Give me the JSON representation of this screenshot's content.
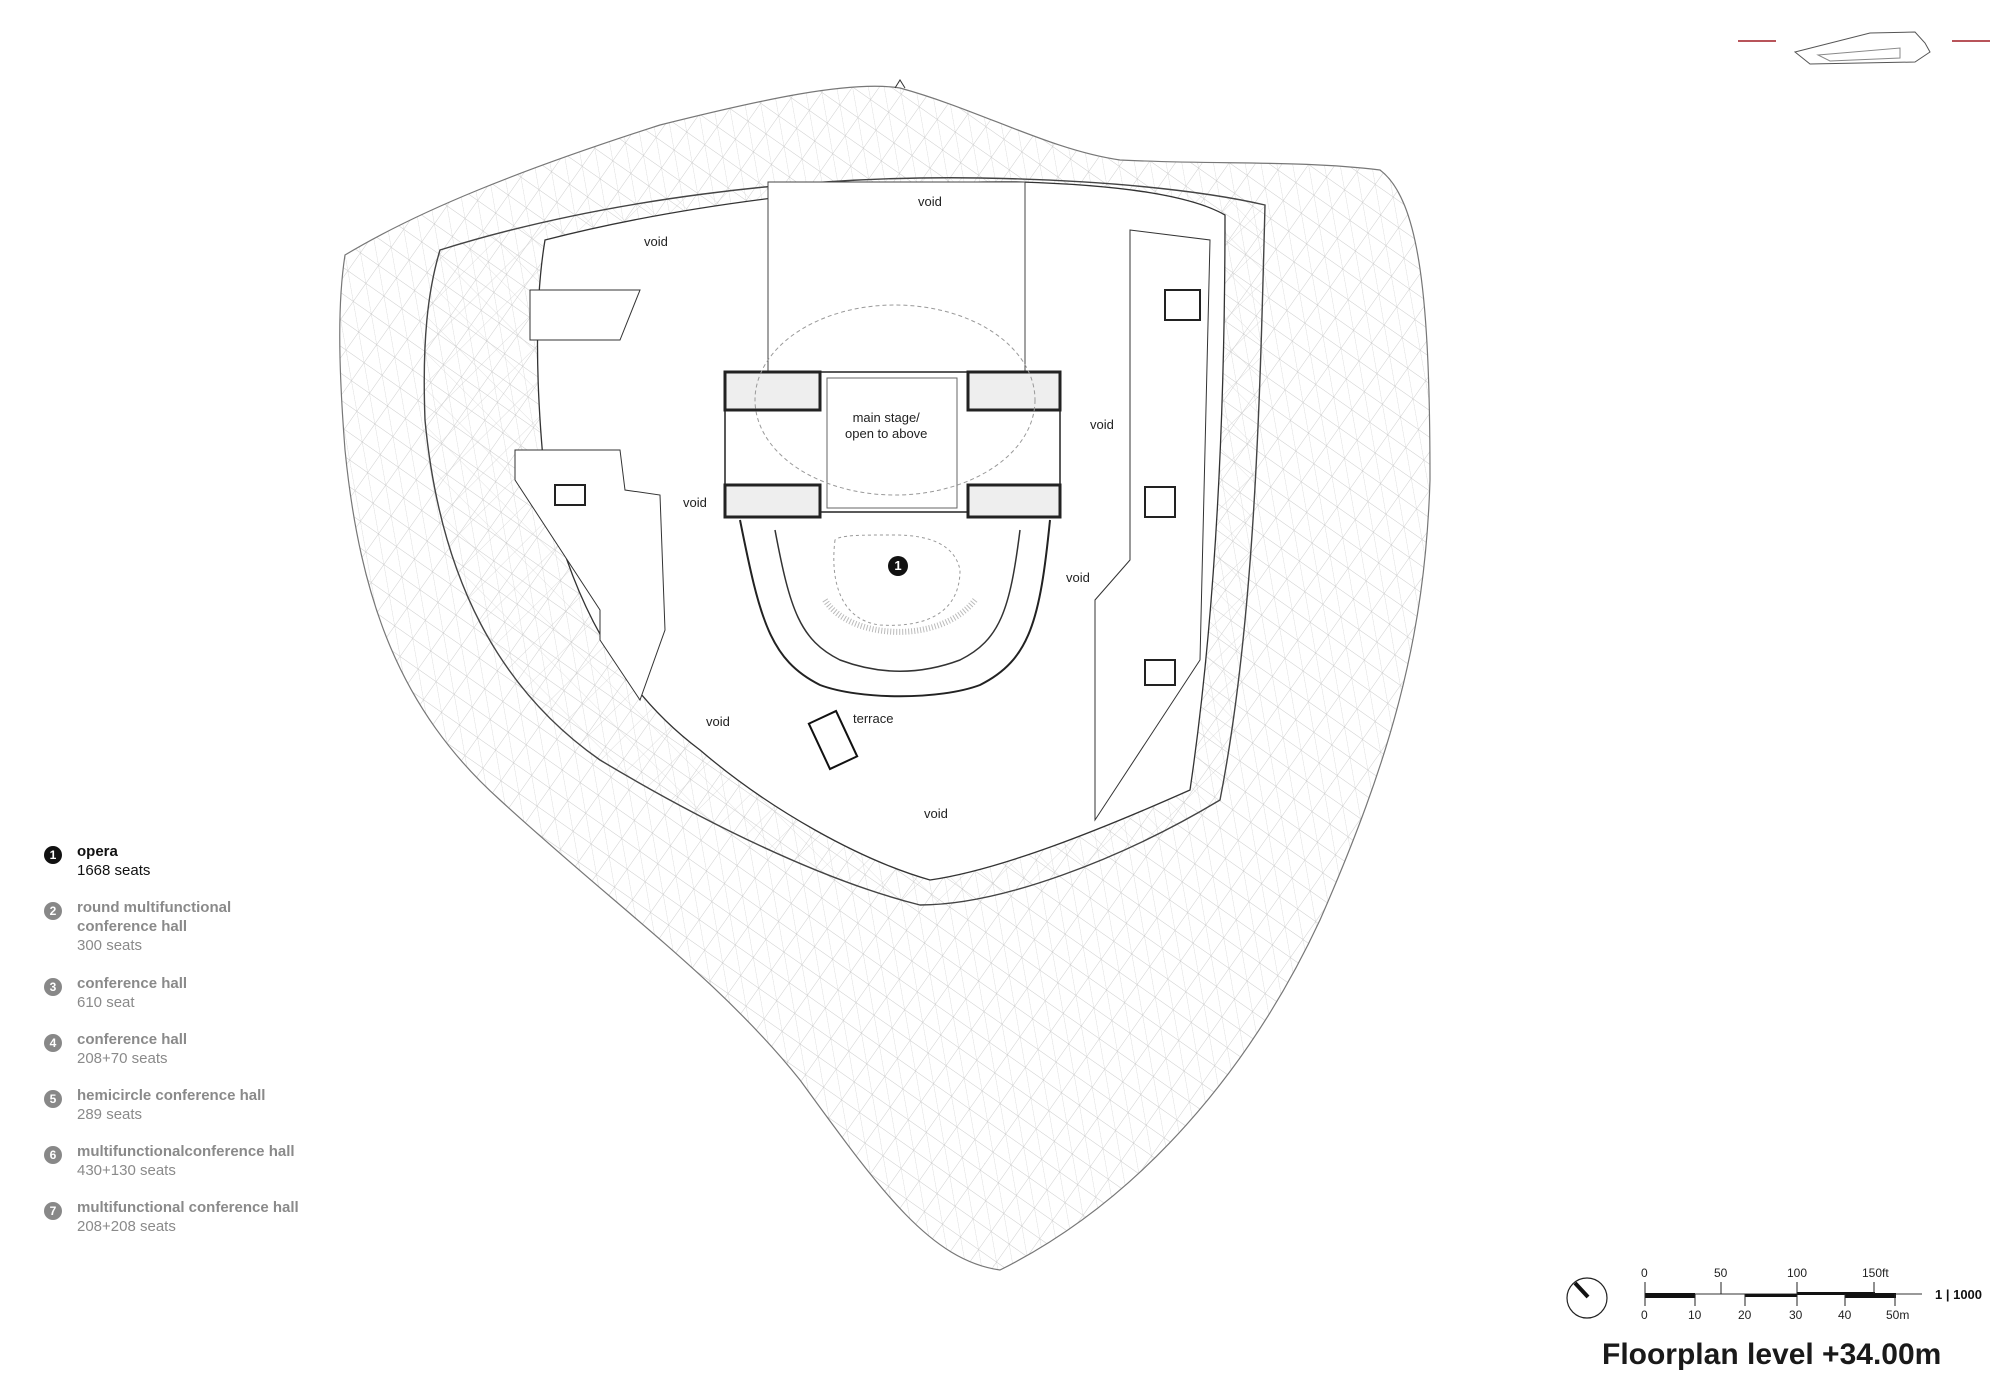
{
  "plan_labels": {
    "void_top": "void",
    "void_top_left": "void",
    "main_stage_line1": "main stage/",
    "main_stage_line2": "open to above",
    "void_left": "void",
    "void_right_top": "void",
    "void_right": "void",
    "void_bottom_left": "void",
    "terrace": "terrace",
    "void_bottom": "void",
    "opera_marker": "1"
  },
  "legend": [
    {
      "num": "1",
      "name": "opera",
      "seats": "1668 seats",
      "active": true
    },
    {
      "num": "2",
      "name": "round multifunctional conference hall",
      "seats": "300 seats",
      "active": false
    },
    {
      "num": "3",
      "name": "conference hall",
      "seats": "610 seat",
      "active": false
    },
    {
      "num": "4",
      "name": "conference hall",
      "seats": "208+70 seats",
      "active": false
    },
    {
      "num": "5",
      "name": "hemicircle conference hall",
      "seats": "289 seats",
      "active": false
    },
    {
      "num": "6",
      "name": "multifunctionalconference hall",
      "seats": "430+130 seats",
      "active": false
    },
    {
      "num": "7",
      "name": "multifunctional conference hall",
      "seats": "208+208 seats",
      "active": false
    }
  ],
  "scale_bar": {
    "feet_ticks": [
      "0",
      "50",
      "100",
      "150ft"
    ],
    "meter_ticks": [
      "0",
      "10",
      "20",
      "30",
      "40",
      "50m"
    ],
    "ratio": "1 | 1000"
  },
  "title": "Floorplan level +34.00m",
  "colors": {
    "section_marker": "#a01c24",
    "active": "#111111",
    "inactive": "#888888"
  }
}
